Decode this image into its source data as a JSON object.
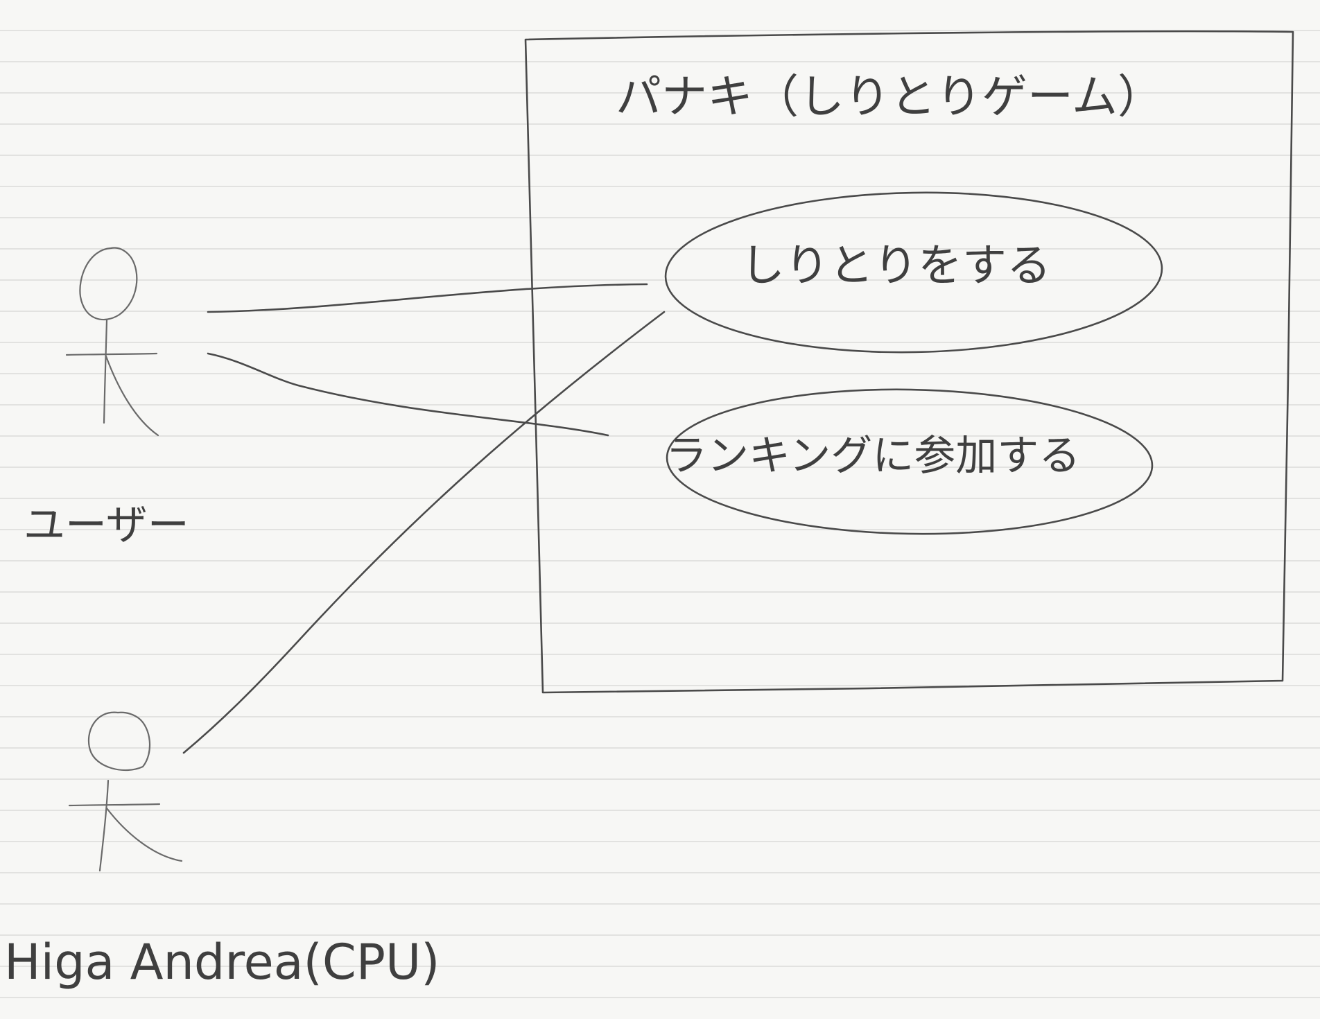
{
  "system": {
    "title": "パナキ（しりとりゲーム）"
  },
  "use_cases": [
    {
      "label": "しりとりをする"
    },
    {
      "label": "ランキングに参加する"
    }
  ],
  "actors": [
    {
      "label": "ユーザー"
    },
    {
      "label": "Higa Andrea(CPU)"
    }
  ]
}
